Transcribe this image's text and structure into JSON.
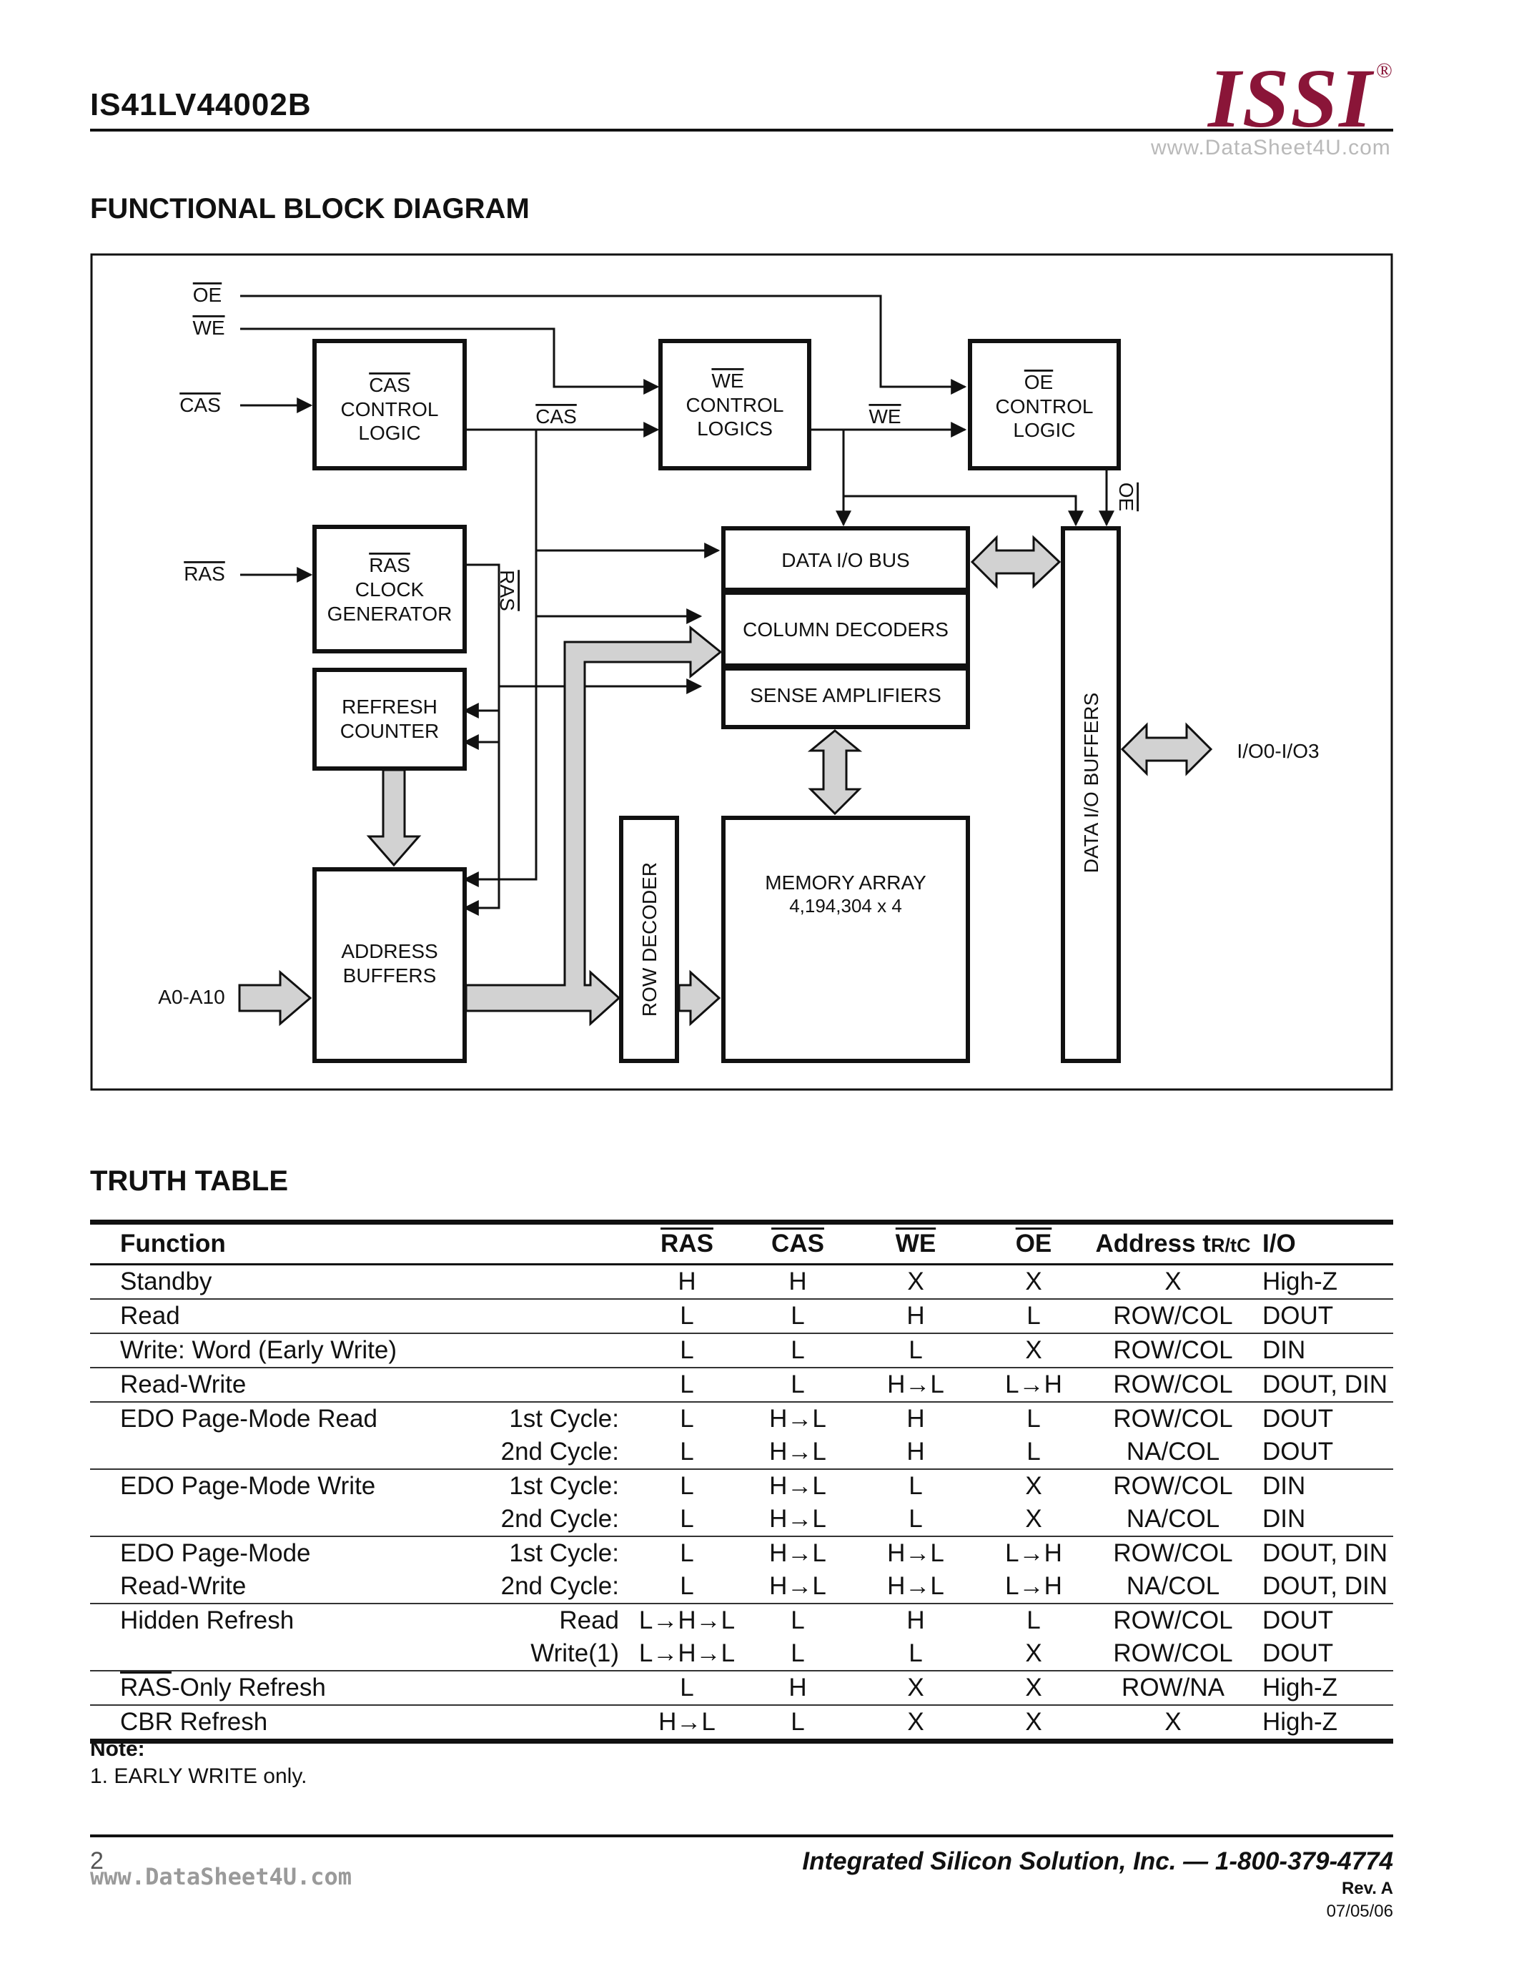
{
  "header": {
    "part_number": "IS41LV44002B",
    "logo_text": "ISSI",
    "logo_mark": "®",
    "watermark": "www.DataSheet4U.com"
  },
  "block_diagram": {
    "title": "FUNCTIONAL BLOCK DIAGRAM",
    "signals": {
      "oe": "OE",
      "we": "WE",
      "cas": "CAS",
      "ras": "RAS",
      "address": "A0-A10",
      "io": "I/O0-I/O3"
    },
    "blocks": {
      "cas_control": [
        "CAS",
        "CONTROL",
        "LOGIC"
      ],
      "we_control": [
        "WE",
        "CONTROL",
        "LOGICS"
      ],
      "oe_control": [
        "OE",
        "CONTROL",
        "LOGIC"
      ],
      "ras_clock": [
        "RAS",
        "CLOCK",
        "GENERATOR"
      ],
      "refresh_counter": [
        "REFRESH",
        "COUNTER"
      ],
      "address_buffers": [
        "ADDRESS",
        "BUFFERS"
      ],
      "data_io_bus": "DATA I/O BUS",
      "column_decoders": "COLUMN DECODERS",
      "sense_amplifiers": "SENSE AMPLIFIERS",
      "row_decoder": "ROW DECODER",
      "memory_array": [
        "MEMORY ARRAY",
        "4,194,304 x 4"
      ],
      "data_io_buffers": "DATA I/O BUFFERS"
    }
  },
  "truth_table": {
    "title": "TRUTH TABLE",
    "headers": {
      "function": "Function",
      "ras": "RAS",
      "cas": "CAS",
      "we": "WE",
      "oe": "OE",
      "address": "Address t",
      "address_sub": "R/tC",
      "io": "I/O"
    },
    "rows": [
      {
        "fn": "Standby",
        "cycle": "",
        "ras": "H",
        "cas": "H",
        "we": "X",
        "oe": "X",
        "addr": "X",
        "io": "High-Z",
        "sep": false
      },
      {
        "fn": "Read",
        "cycle": "",
        "ras": "L",
        "cas": "L",
        "we": "H",
        "oe": "L",
        "addr": "ROW/COL",
        "io": "DOUT",
        "sep": true
      },
      {
        "fn": "Write: Word (Early Write)",
        "cycle": "",
        "ras": "L",
        "cas": "L",
        "we": "L",
        "oe": "X",
        "addr": "ROW/COL",
        "io": "DIN",
        "sep": true
      },
      {
        "fn": "Read-Write",
        "cycle": "",
        "ras": "L",
        "cas": "L",
        "we": "H→L",
        "oe": "L→H",
        "addr": "ROW/COL",
        "io": "DOUT, DIN",
        "sep": true
      },
      {
        "fn": "EDO Page-Mode Read",
        "cycle": "1st Cycle:",
        "ras": "L",
        "cas": "H→L",
        "we": "H",
        "oe": "L",
        "addr": "ROW/COL",
        "io": "DOUT",
        "sep": true
      },
      {
        "fn": "",
        "cycle": "2nd Cycle:",
        "ras": "L",
        "cas": "H→L",
        "we": "H",
        "oe": "L",
        "addr": "NA/COL",
        "io": "DOUT",
        "sep": false
      },
      {
        "fn": "EDO Page-Mode Write",
        "cycle": "1st Cycle:",
        "ras": "L",
        "cas": "H→L",
        "we": "L",
        "oe": "X",
        "addr": "ROW/COL",
        "io": "DIN",
        "sep": true
      },
      {
        "fn": "",
        "cycle": "2nd Cycle:",
        "ras": "L",
        "cas": "H→L",
        "we": "L",
        "oe": "X",
        "addr": "NA/COL",
        "io": "DIN",
        "sep": false
      },
      {
        "fn": "EDO Page-Mode",
        "cycle": "1st Cycle:",
        "ras": "L",
        "cas": "H→L",
        "we": "H→L",
        "oe": "L→H",
        "addr": "ROW/COL",
        "io": "DOUT, DIN",
        "sep": true
      },
      {
        "fn": "Read-Write",
        "cycle": "2nd Cycle:",
        "ras": "L",
        "cas": "H→L",
        "we": "H→L",
        "oe": "L→H",
        "addr": "NA/COL",
        "io": "DOUT, DIN",
        "sep": false
      },
      {
        "fn": "Hidden Refresh",
        "cycle": "Read",
        "ras": "L→H→L",
        "cas": "L",
        "we": "H",
        "oe": "L",
        "addr": "ROW/COL",
        "io": "DOUT",
        "sep": true
      },
      {
        "fn": "",
        "cycle": "Write(1)",
        "ras": "L→H→L",
        "cas": "L",
        "we": "L",
        "oe": "X",
        "addr": "ROW/COL",
        "io": "DOUT",
        "sep": false
      },
      {
        "fn": "RAS-Only Refresh",
        "cycle": "",
        "ras": "L",
        "cas": "H",
        "we": "X",
        "oe": "X",
        "addr": "ROW/NA",
        "io": "High-Z",
        "sep": true
      },
      {
        "fn": "CBR Refresh",
        "cycle": "",
        "ras": "H→L",
        "cas": "L",
        "we": "X",
        "oe": "X",
        "addr": "X",
        "io": "High-Z",
        "sep": true
      }
    ]
  },
  "note": {
    "heading": "Note:",
    "text": "1.  EARLY WRITE only."
  },
  "footer": {
    "page": "2",
    "company": "Integrated Silicon Solution, Inc. — 1-800-379-4774",
    "rev": "Rev.  A",
    "date": "07/05/06",
    "watermark": "www.DataSheet4U.com"
  }
}
